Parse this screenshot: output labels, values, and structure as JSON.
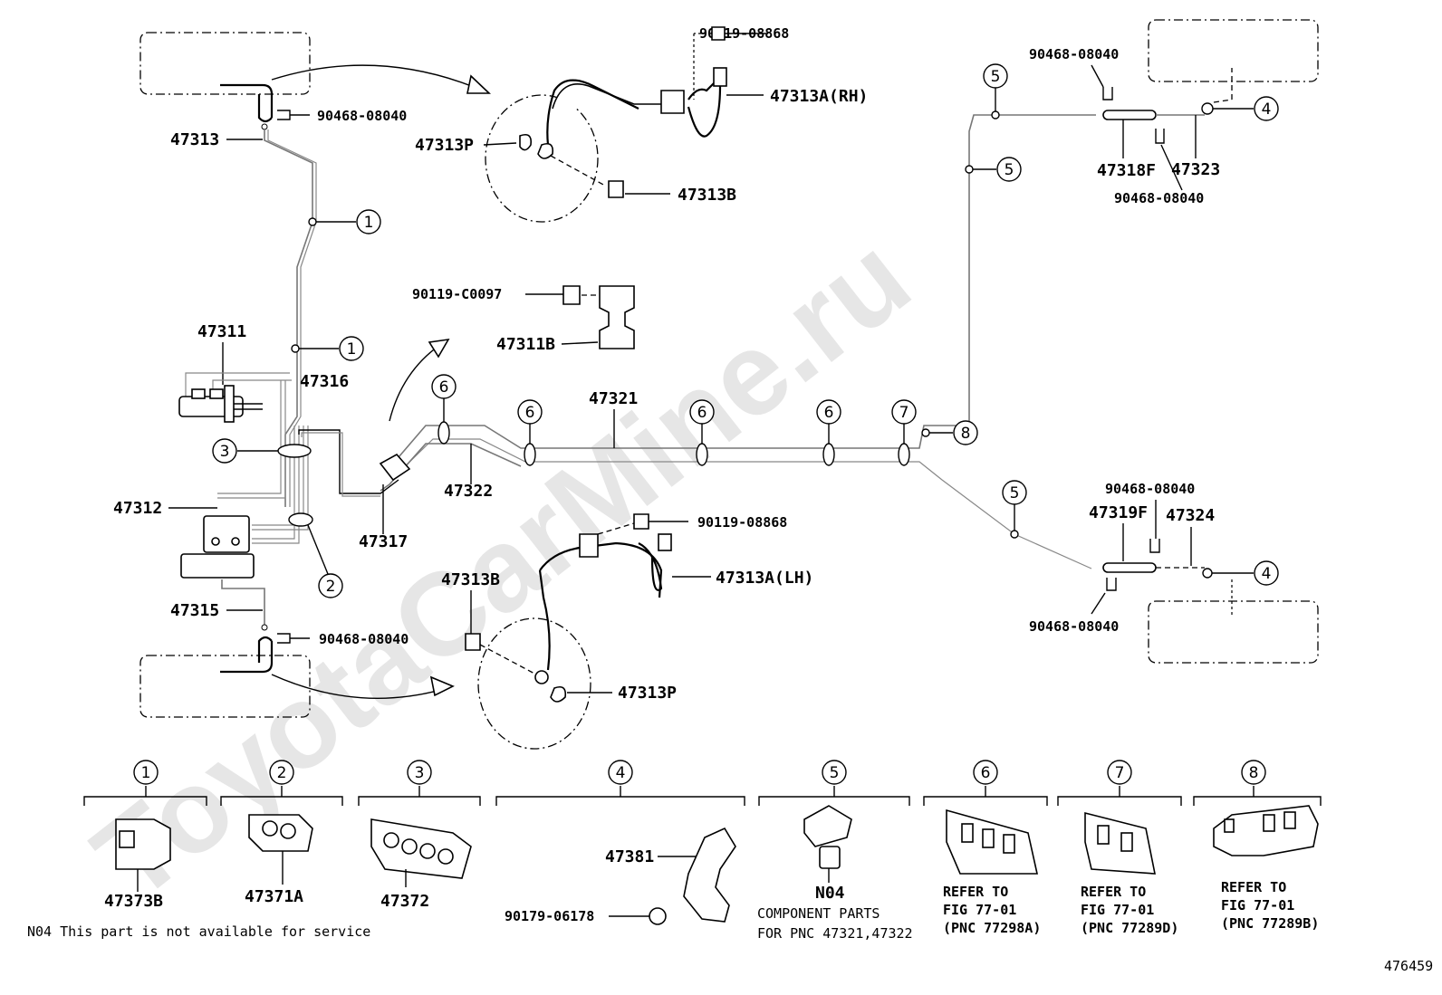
{
  "watermark": "ToyotaCarMine.ru",
  "figure_id": "476459",
  "footnote": "N04 This part is not available for service",
  "labels": {
    "p47313": "47313",
    "p90468_a": "90468-08040",
    "p90119_top": "90119-08868",
    "p47313A_RH": "47313A(RH)",
    "p47313P_top": "47313P",
    "p47313B_top": "47313B",
    "p90119_c0097": "90119-C0097",
    "p47311B": "47311B",
    "p47311": "47311",
    "p47316": "47316",
    "p47321": "47321",
    "p47322": "47322",
    "p47317": "47317",
    "p47312": "47312",
    "p47315": "47315",
    "p90468_b": "90468-08040",
    "p90119_bot": "90119-08868",
    "p47313A_LH": "47313A(LH)",
    "p47313B_bot": "47313B",
    "p47313P_bot": "47313P",
    "p90468_r1": "90468-08040",
    "p47318F": "47318F",
    "p47323": "47323",
    "p90468_r2": "90468-08040",
    "p90468_r3": "90468-08040",
    "p47319F": "47319F",
    "p47324": "47324",
    "p90468_r4": "90468-08040"
  },
  "callouts": {
    "c1": "1",
    "c2": "2",
    "c3": "3",
    "c4": "4",
    "c5": "5",
    "c6": "6",
    "c7": "7",
    "c8": "8"
  },
  "legend": [
    {
      "num": "1",
      "part": "47373B"
    },
    {
      "num": "2",
      "part": "47371A"
    },
    {
      "num": "3",
      "part": "47372"
    },
    {
      "num": "4",
      "part_a": "47381",
      "part_b": "90179-06178"
    },
    {
      "num": "5",
      "part": "N04",
      "note1": "COMPONENT PARTS",
      "note2": "FOR PNC 47321,47322"
    },
    {
      "num": "6",
      "r1": "REFER TO",
      "r2": "FIG 77-01",
      "r3": "(PNC 77298A)"
    },
    {
      "num": "7",
      "r1": "REFER TO",
      "r2": "FIG 77-01",
      "r3": "(PNC 77289D)"
    },
    {
      "num": "8",
      "r1": "REFER TO",
      "r2": "FIG 77-01",
      "r3": "(PNC 77289B)"
    }
  ]
}
